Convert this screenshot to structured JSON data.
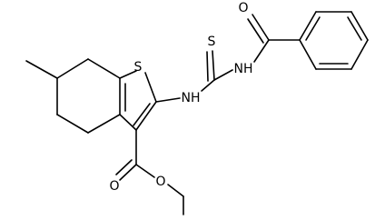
{
  "molecule": {
    "atoms": {
      "ring_sulfur": "S",
      "thione_sulfur": "S",
      "nh_left": "NH",
      "nh_right": "NH",
      "carbonyl_oxygen_top": "O",
      "carbonyl_oxygen_ester": "O",
      "ether_oxygen": "O"
    },
    "colors": {
      "bond": "#000000",
      "label": "#000000",
      "background": "#ffffff"
    }
  }
}
